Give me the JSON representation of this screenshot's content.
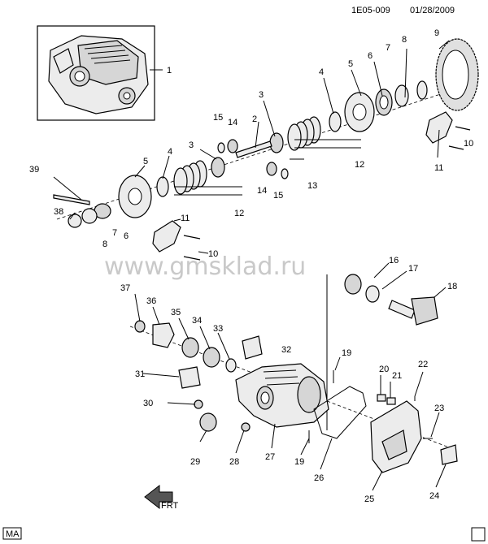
{
  "header": {
    "code": "1E05-009",
    "date": "01/28/2009"
  },
  "watermark": "www.gmsklad.ru",
  "corner_tag": "MA",
  "arrow_label": "FRT",
  "callouts": [
    {
      "id": "c1",
      "text": "1"
    },
    {
      "id": "c2",
      "text": "2"
    },
    {
      "id": "c3a",
      "text": "3"
    },
    {
      "id": "c3b",
      "text": "3"
    },
    {
      "id": "c4a",
      "text": "4"
    },
    {
      "id": "c4b",
      "text": "4"
    },
    {
      "id": "c5a",
      "text": "5"
    },
    {
      "id": "c5b",
      "text": "5"
    },
    {
      "id": "c6a",
      "text": "6"
    },
    {
      "id": "c6b",
      "text": "6"
    },
    {
      "id": "c7a",
      "text": "7"
    },
    {
      "id": "c7b",
      "text": "7"
    },
    {
      "id": "c8a",
      "text": "8"
    },
    {
      "id": "c8b",
      "text": "8"
    },
    {
      "id": "c9",
      "text": "9"
    },
    {
      "id": "c10a",
      "text": "10"
    },
    {
      "id": "c10b",
      "text": "10"
    },
    {
      "id": "c11a",
      "text": "11"
    },
    {
      "id": "c11b",
      "text": "11"
    },
    {
      "id": "c12a",
      "text": "12"
    },
    {
      "id": "c12b",
      "text": "12"
    },
    {
      "id": "c13",
      "text": "13"
    },
    {
      "id": "c14a",
      "text": "14"
    },
    {
      "id": "c14b",
      "text": "14"
    },
    {
      "id": "c15a",
      "text": "15"
    },
    {
      "id": "c15b",
      "text": "15"
    },
    {
      "id": "c16",
      "text": "16"
    },
    {
      "id": "c17",
      "text": "17"
    },
    {
      "id": "c18",
      "text": "18"
    },
    {
      "id": "c19a",
      "text": "19"
    },
    {
      "id": "c19b",
      "text": "19"
    },
    {
      "id": "c20",
      "text": "20"
    },
    {
      "id": "c21",
      "text": "21"
    },
    {
      "id": "c22",
      "text": "22"
    },
    {
      "id": "c23",
      "text": "23"
    },
    {
      "id": "c24",
      "text": "24"
    },
    {
      "id": "c25",
      "text": "25"
    },
    {
      "id": "c26",
      "text": "26"
    },
    {
      "id": "c27",
      "text": "27"
    },
    {
      "id": "c28",
      "text": "28"
    },
    {
      "id": "c29",
      "text": "29"
    },
    {
      "id": "c30",
      "text": "30"
    },
    {
      "id": "c31",
      "text": "31"
    },
    {
      "id": "c32",
      "text": "32"
    },
    {
      "id": "c33",
      "text": "33"
    },
    {
      "id": "c34",
      "text": "34"
    },
    {
      "id": "c35",
      "text": "35"
    },
    {
      "id": "c36",
      "text": "36"
    },
    {
      "id": "c37",
      "text": "37"
    },
    {
      "id": "c38",
      "text": "38"
    },
    {
      "id": "c39",
      "text": "39"
    }
  ]
}
